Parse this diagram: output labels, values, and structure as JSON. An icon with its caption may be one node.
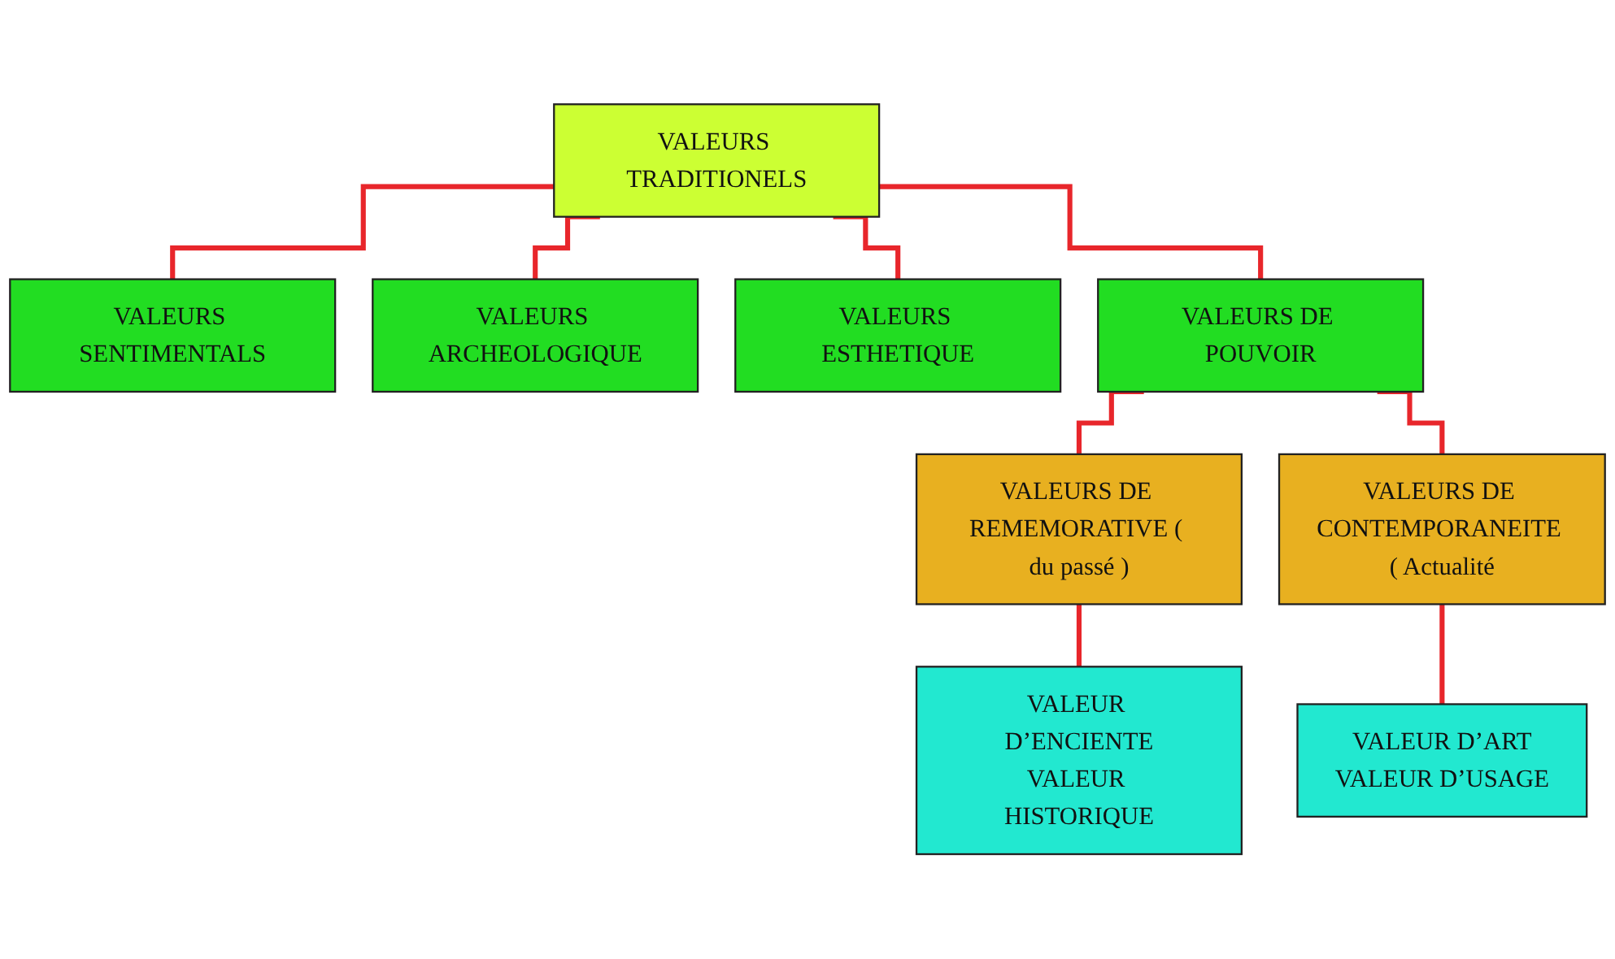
{
  "diagram": {
    "nodes": [
      {
        "text": [
          "VALEURS TRADITIONELS"
        ]
      },
      {
        "text": [
          "VALEURS SENTIMENTALS"
        ]
      },
      {
        "text": [
          "VALEURS ARCHEOLOGIQUE"
        ]
      },
      {
        "text": [
          "VALEURS ESTHETIQUE"
        ]
      },
      {
        "text": [
          "VALEURS DE POUVOIR"
        ]
      },
      {
        "text": [
          "VALEURS DE REMEMORATIVE ( du passé )"
        ]
      },
      {
        "text": [
          "VALEURS DE CONTEMPORANEITE ( Actualité"
        ]
      },
      {
        "text": [
          "VALEUR D’ENCIENTE",
          "VALEUR HISTORIQUE"
        ]
      },
      {
        "text": [
          "VALEUR D’ART",
          "VALEUR D’USAGE"
        ]
      }
    ],
    "edges": [
      {
        "from": 0,
        "to": 1,
        "arrow": "none"
      },
      {
        "from": 0,
        "to": 2,
        "arrow": "none"
      },
      {
        "from": 0,
        "to": 3,
        "arrow": "none"
      },
      {
        "from": 0,
        "to": 4,
        "arrow": "none"
      },
      {
        "from": 4,
        "to": 5,
        "arrow": "none"
      },
      {
        "from": 4,
        "to": 6,
        "arrow": "none"
      },
      {
        "from": 5,
        "to": 7,
        "arrow": "none"
      },
      {
        "from": 6,
        "to": 8,
        "arrow": "none"
      }
    ]
  }
}
